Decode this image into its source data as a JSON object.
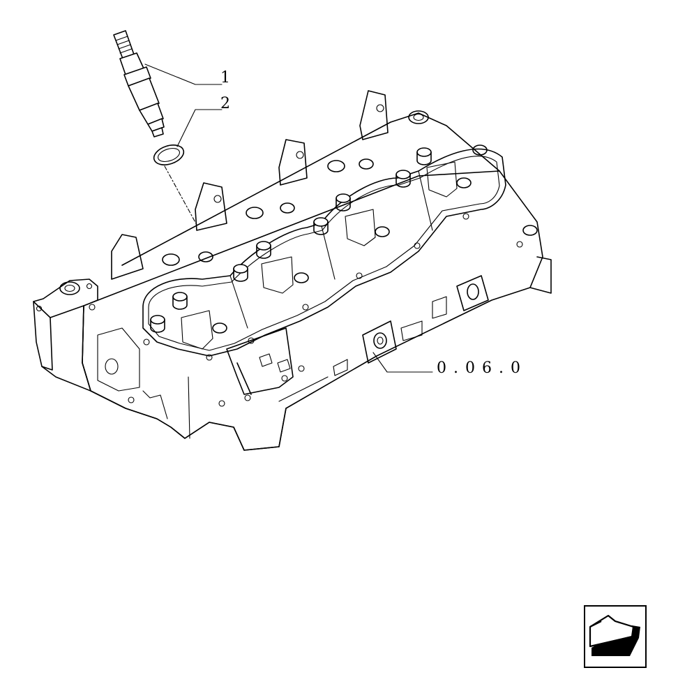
{
  "diagram": {
    "callouts": [
      {
        "id": "injector",
        "number": "1"
      },
      {
        "id": "sealing-washer",
        "number": "2"
      }
    ],
    "reference": {
      "text": "0.06.0"
    }
  },
  "navigation": {
    "prev_icon": "back-arrow-icon"
  }
}
